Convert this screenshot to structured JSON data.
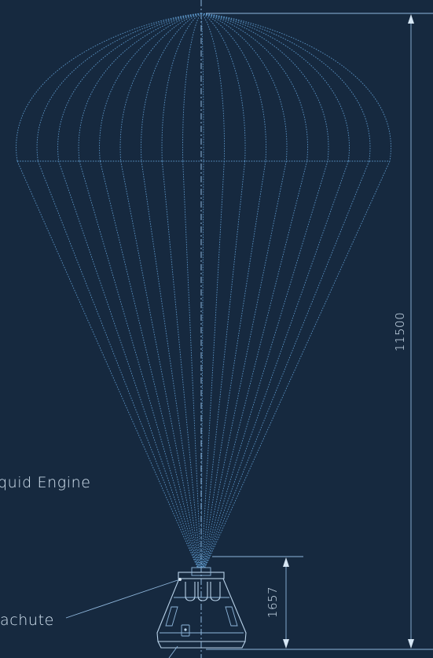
{
  "labels": {
    "engine": "quid Engine",
    "parachute": "achute"
  },
  "dimensions": {
    "total_height": "11500",
    "capsule_height": "1657"
  },
  "colors": {
    "background": "#16293f",
    "lines": "#5a93c4",
    "text": "#d6e6f4"
  }
}
